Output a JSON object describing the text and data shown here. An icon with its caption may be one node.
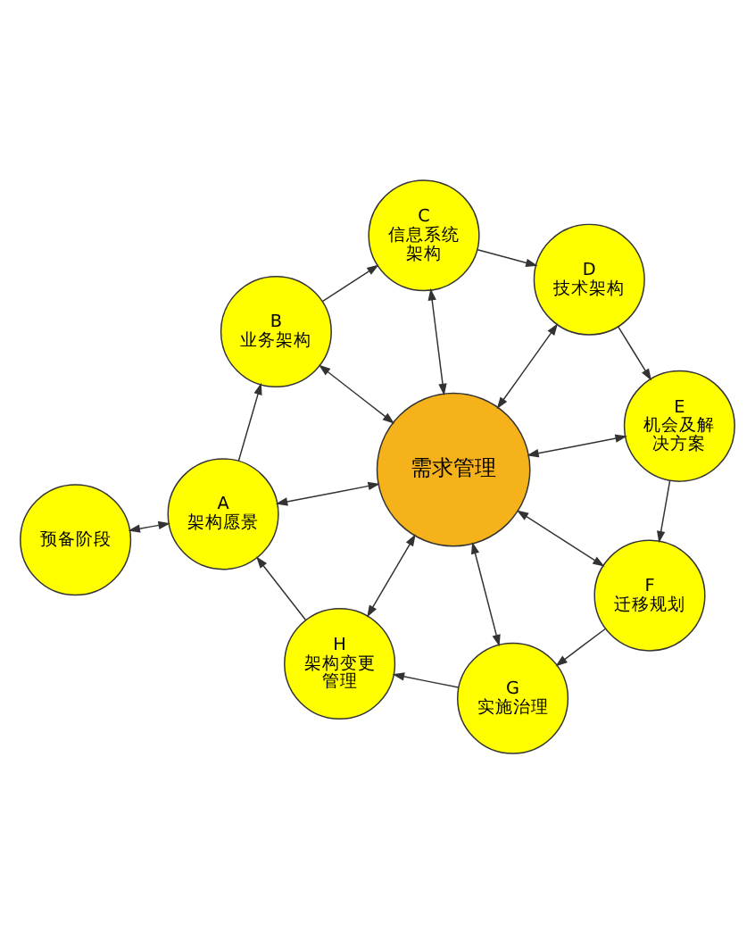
{
  "diagram": {
    "nodes": [
      {
        "text": [
          "预备阶段"
        ]
      },
      {
        "text": [
          "A",
          "架构愿景"
        ]
      },
      {
        "text": [
          "B",
          "业务架构"
        ]
      },
      {
        "text": [
          "C",
          "信息系统架构"
        ]
      },
      {
        "text": [
          "D",
          "技术架构"
        ]
      },
      {
        "text": [
          "E",
          "机会及解决方案"
        ]
      },
      {
        "text": [
          "F",
          "迁移规划"
        ]
      },
      {
        "text": [
          "G",
          "实施治理"
        ]
      },
      {
        "text": [
          "H",
          "架构变更管理"
        ]
      },
      {
        "text": [
          "需求管理"
        ]
      }
    ],
    "edges": [
      {
        "from": 0,
        "to": 1,
        "arrow": "both"
      },
      {
        "from": 1,
        "to": 2,
        "arrow": "to"
      },
      {
        "from": 2,
        "to": 3,
        "arrow": "to"
      },
      {
        "from": 3,
        "to": 4,
        "arrow": "to"
      },
      {
        "from": 4,
        "to": 5,
        "arrow": "to"
      },
      {
        "from": 5,
        "to": 6,
        "arrow": "to"
      },
      {
        "from": 6,
        "to": 7,
        "arrow": "to"
      },
      {
        "from": 7,
        "to": 8,
        "arrow": "to"
      },
      {
        "from": 8,
        "to": 1,
        "arrow": "to"
      },
      {
        "from": 9,
        "to": 1,
        "arrow": "both"
      },
      {
        "from": 9,
        "to": 2,
        "arrow": "both"
      },
      {
        "from": 9,
        "to": 3,
        "arrow": "both"
      },
      {
        "from": 9,
        "to": 4,
        "arrow": "both"
      },
      {
        "from": 9,
        "to": 5,
        "arrow": "both"
      },
      {
        "from": 9,
        "to": 6,
        "arrow": "both"
      },
      {
        "from": 9,
        "to": 7,
        "arrow": "both"
      },
      {
        "from": 9,
        "to": 8,
        "arrow": "both"
      }
    ]
  }
}
